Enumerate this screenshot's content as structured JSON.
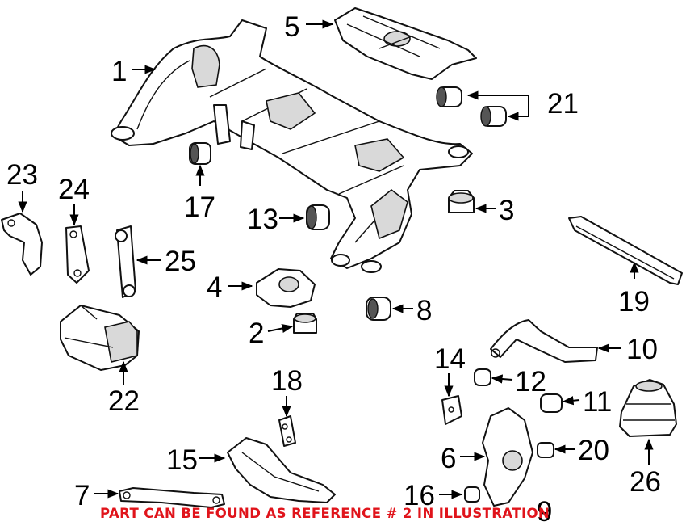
{
  "diagram": {
    "labels": [
      "1",
      "2",
      "3",
      "4",
      "5",
      "6",
      "7",
      "8",
      "9",
      "10",
      "11",
      "12",
      "13",
      "14",
      "15",
      "16",
      "17",
      "18",
      "19",
      "20",
      "21",
      "22",
      "23",
      "24",
      "25",
      "26"
    ],
    "note": "PART CAN BE FOUND AS REFERENCE # 2 IN ILLUSTRATION",
    "note_color": "#e0141b"
  }
}
